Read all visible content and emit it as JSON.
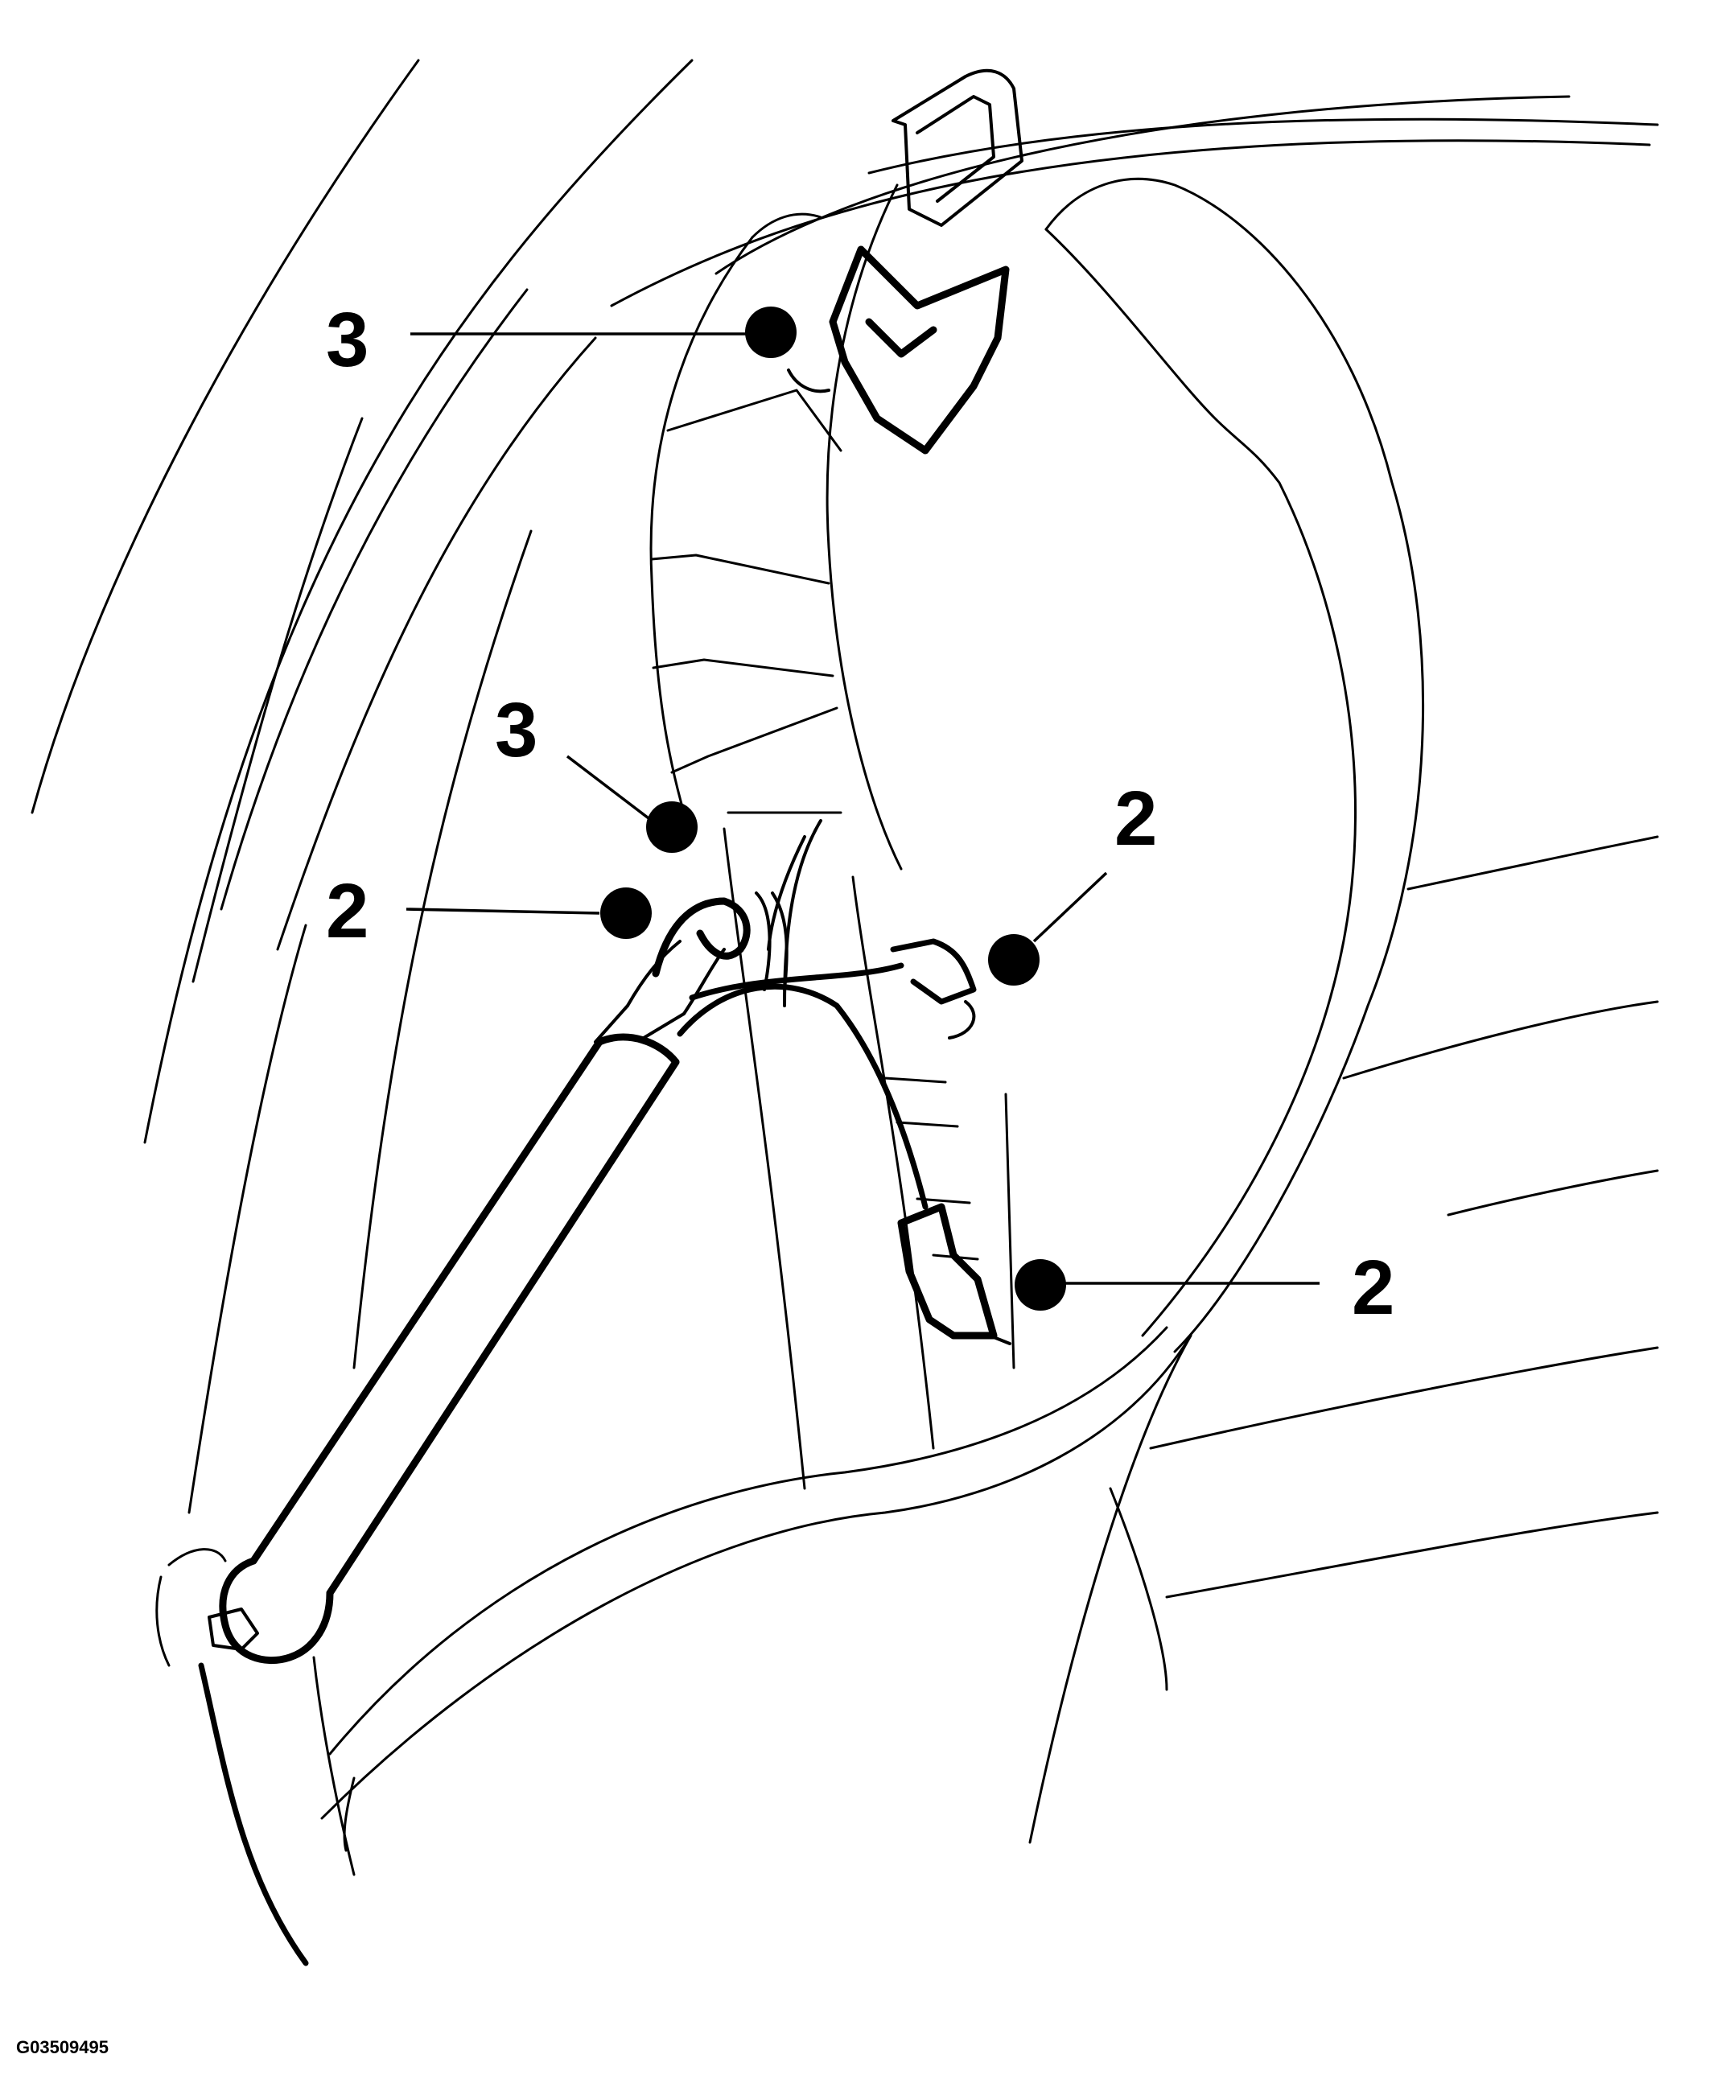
{
  "figure_id": "G03509495",
  "callouts": [
    {
      "label": "3"
    },
    {
      "label": "3"
    },
    {
      "label": "2"
    },
    {
      "label": "2"
    },
    {
      "label": "2"
    }
  ]
}
